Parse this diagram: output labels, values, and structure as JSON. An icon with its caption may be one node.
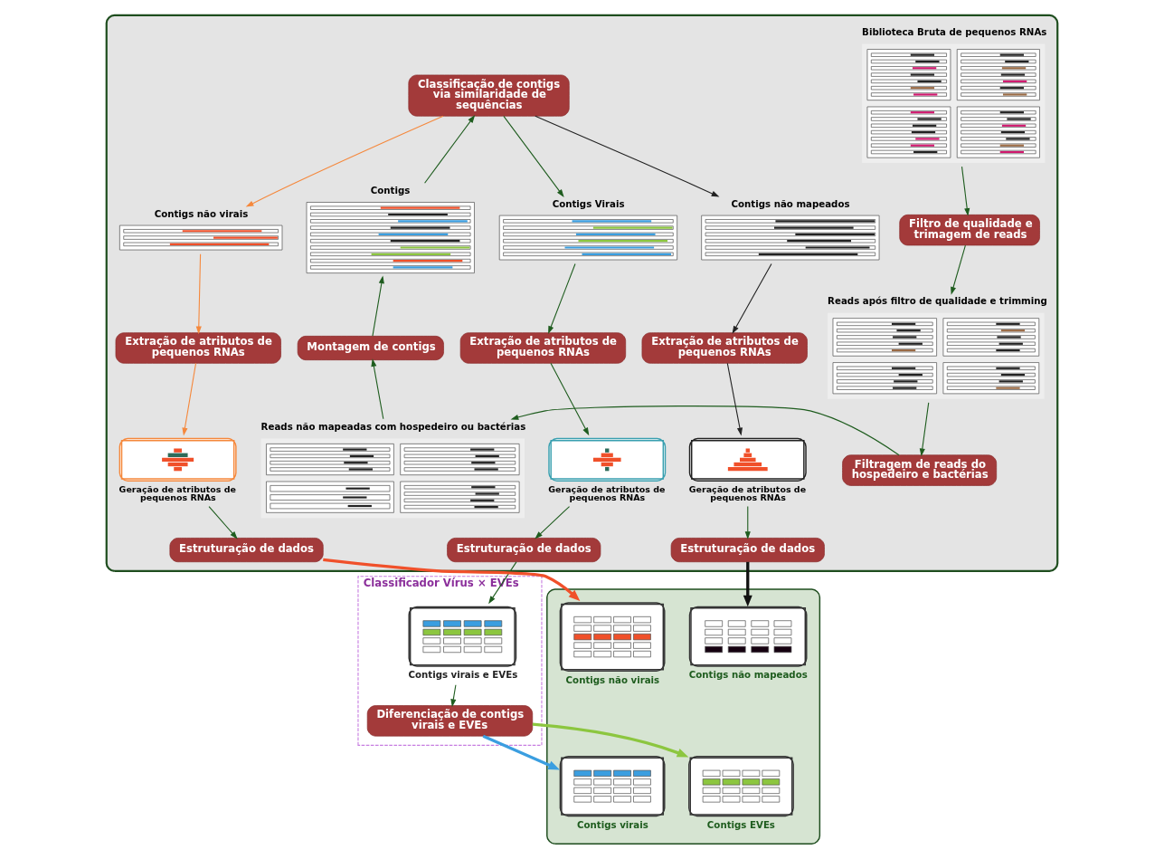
{
  "diagram": {
    "nodes": [
      {
        "text": [],
        "shape": "box"
      },
      {
        "text": [
          "Biblioteca Bruta de pequenos RNAs"
        ],
        "in": 0
      },
      {
        "text": [
          "Filtro de qualidade e trimagem de reads"
        ],
        "in": 0
      },
      {
        "text": [
          "Reads após filtro de qualidade e trimming"
        ],
        "in": 0
      },
      {
        "text": [
          "Filtragem de reads do hospedeiro e bactérias"
        ],
        "in": 0
      },
      {
        "text": [
          "Reads não mapeadas com hospedeiro ou bactérias"
        ],
        "in": 0
      },
      {
        "text": [
          "Montagem de contigs"
        ],
        "in": 0
      },
      {
        "text": [
          "Contigs"
        ],
        "in": 0
      },
      {
        "text": [
          "Classificação de contigs via similaridade de sequências"
        ],
        "in": 0
      },
      {
        "text": [
          "Contigs Virais"
        ],
        "in": 0
      },
      {
        "text": [
          "Contigs não mapeados"
        ],
        "in": 0
      },
      {
        "text": [
          "Contigs não virais"
        ],
        "in": 0
      },
      {
        "text": [
          "Extração de atributos de pequenos RNAs"
        ],
        "in": 0
      },
      {
        "text": [
          "Extração de atributos de pequenos RNAs"
        ],
        "in": 0
      },
      {
        "text": [
          "Extração de atributos de pequenos RNAs"
        ],
        "in": 0
      },
      {
        "text": [],
        "shape": "box",
        "beside": [
          "Geração de atributos de pequenos RNAs"
        ],
        "in": 0
      },
      {
        "text": [],
        "shape": "box",
        "beside": [
          "Geração de atributos de pequenos RNAs"
        ],
        "in": 0
      },
      {
        "text": [],
        "shape": "box",
        "beside": [
          "Geração de atributos de pequenos RNAs"
        ],
        "in": 0
      },
      {
        "text": [
          "Estruturação de dados"
        ],
        "in": 0
      },
      {
        "text": [
          "Estruturação de dados"
        ],
        "in": 0
      },
      {
        "text": [
          "Estruturação de dados"
        ],
        "in": 0
      },
      {
        "text": [
          "Classificador Vírus × EVEs"
        ]
      },
      {
        "text": [
          "Contigs virais e EVEs"
        ],
        "in": 21
      },
      {
        "text": [
          "Diferenciação de contigs virais e EVEs"
        ],
        "in": 21
      },
      {
        "text": [],
        "shape": "box"
      },
      {
        "text": [
          "Contigs EVEs"
        ],
        "in": 24
      },
      {
        "text": [
          "Contigs não mapeados"
        ],
        "in": 24
      },
      {
        "text": [
          "Contigs virais"
        ],
        "in": 24
      },
      {
        "text": [
          "Contigs não virais"
        ],
        "in": 24
      }
    ],
    "edges": [
      {
        "from": 1,
        "to": 2,
        "arrow": "to"
      },
      {
        "from": 2,
        "to": 3,
        "arrow": "to"
      },
      {
        "from": 3,
        "to": 4,
        "arrow": "to"
      },
      {
        "from": 4,
        "to": 5,
        "arrow": "to"
      },
      {
        "from": 5,
        "to": 6,
        "arrow": "to"
      },
      {
        "from": 6,
        "to": 7,
        "arrow": "to"
      },
      {
        "from": 7,
        "to": 8,
        "arrow": "to"
      },
      {
        "from": 8,
        "to": 9,
        "arrow": "to"
      },
      {
        "from": 8,
        "to": 10,
        "arrow": "to",
        "color": "#222222"
      },
      {
        "from": 8,
        "to": 11,
        "arrow": "to",
        "color": "#f5883c"
      },
      {
        "from": 9,
        "to": 12,
        "arrow": "to"
      },
      {
        "from": 10,
        "to": 13,
        "arrow": "to",
        "color": "#222222"
      },
      {
        "from": 11,
        "to": 14,
        "arrow": "to",
        "color": "#f5883c"
      },
      {
        "from": 12,
        "to": 15,
        "arrow": "to"
      },
      {
        "from": 13,
        "to": 16,
        "arrow": "to",
        "color": "#222222"
      },
      {
        "from": 14,
        "to": 17,
        "arrow": "to",
        "color": "#f5883c"
      },
      {
        "from": 15,
        "to": 18,
        "arrow": "to"
      },
      {
        "from": 16,
        "to": 19,
        "arrow": "to"
      },
      {
        "from": 17,
        "to": 20,
        "arrow": "to"
      },
      {
        "from": 18,
        "to": 22,
        "arrow": "to"
      },
      {
        "from": 19,
        "to": 26,
        "arrow": "to",
        "style": "thick",
        "color": "#111111"
      },
      {
        "from": 20,
        "to": 28,
        "arrow": "to",
        "style": "thick",
        "color": "#f0502a"
      },
      {
        "from": 22,
        "to": 23,
        "arrow": "to"
      },
      {
        "from": 23,
        "to": 25,
        "arrow": "to",
        "style": "thick",
        "color": "#8cc63f"
      },
      {
        "from": 23,
        "to": 27,
        "arrow": "to",
        "style": "thick",
        "color": "#3a9ee0"
      }
    ]
  }
}
